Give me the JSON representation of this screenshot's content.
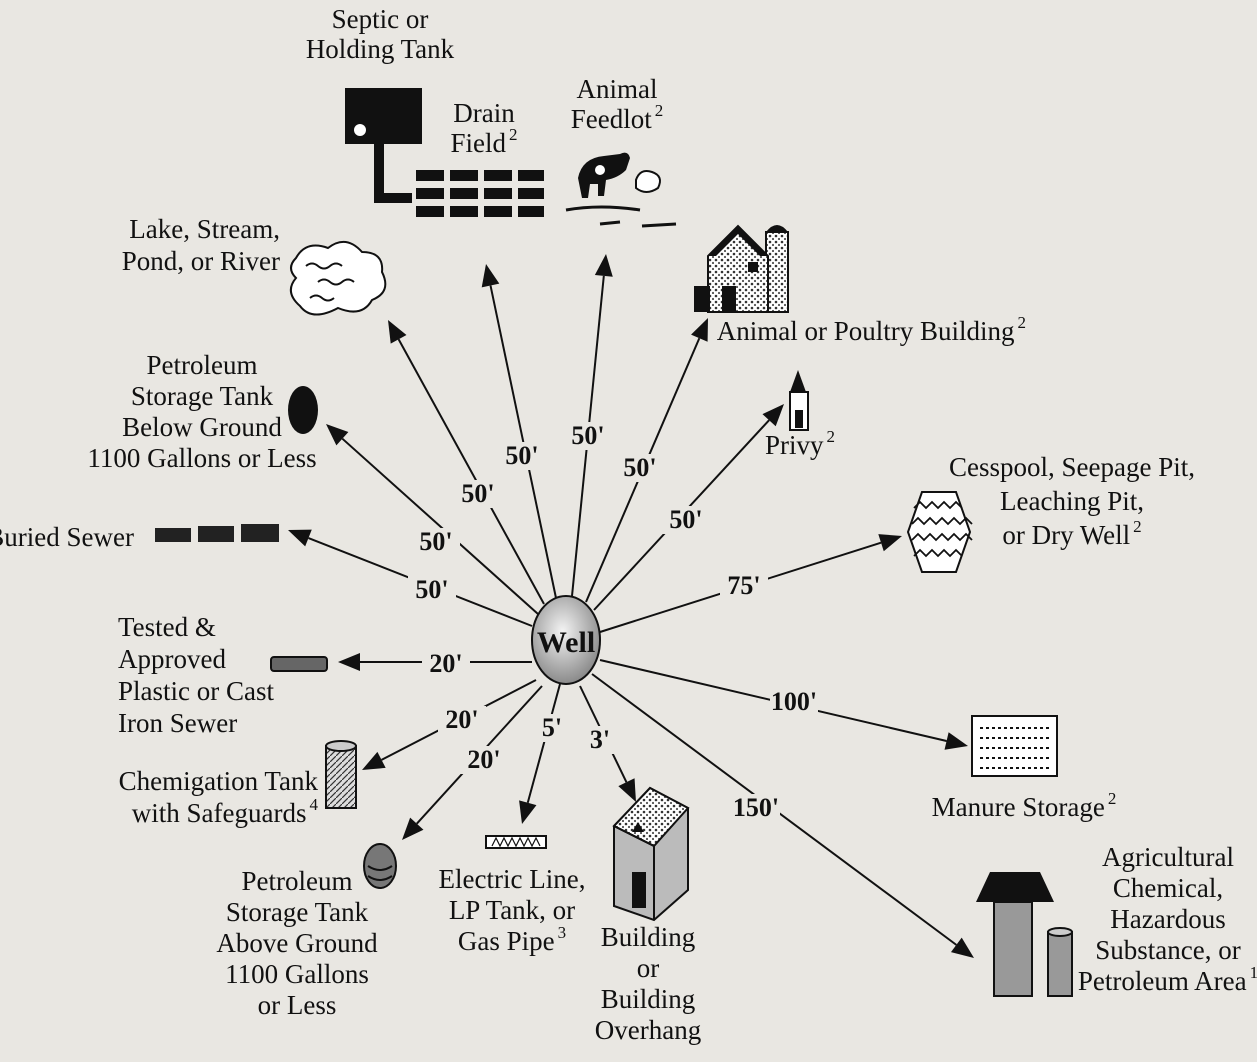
{
  "center": "Well",
  "sources": [
    {
      "id": "septic",
      "lines": [
        "Septic or",
        "Holding Tank"
      ],
      "sup": ""
    },
    {
      "id": "drain",
      "lines": [
        "Drain",
        "Field"
      ],
      "sup": "2",
      "distance": "50'"
    },
    {
      "id": "feedlot",
      "lines": [
        "Animal",
        "Feedlot"
      ],
      "sup": "2",
      "distance": "50'"
    },
    {
      "id": "lake",
      "lines": [
        "Lake, Stream,",
        "Pond, or River"
      ],
      "sup": "",
      "distance": "50'"
    },
    {
      "id": "poultry",
      "lines": [
        "Animal or Poultry Building"
      ],
      "sup": "2",
      "distance": "50'"
    },
    {
      "id": "privy",
      "lines": [
        "Privy"
      ],
      "sup": "2",
      "distance": "50'"
    },
    {
      "id": "petro-below",
      "lines": [
        "Petroleum",
        "Storage Tank",
        "Below Ground",
        "1100 Gallons or Less"
      ],
      "sup": "",
      "distance": "50'"
    },
    {
      "id": "cesspool",
      "lines": [
        "Cesspool, Seepage Pit,",
        "Leaching Pit,",
        "or Dry Well"
      ],
      "sup": "2",
      "distance": "75'"
    },
    {
      "id": "sewer",
      "lines": [
        "Buried Sewer"
      ],
      "sup": "",
      "distance": "50'"
    },
    {
      "id": "tested",
      "lines": [
        "Tested &",
        "Approved",
        "Plastic or Cast",
        "Iron Sewer"
      ],
      "sup": "",
      "distance": "20'"
    },
    {
      "id": "manure",
      "lines": [
        "Manure Storage"
      ],
      "sup": "2",
      "distance": "100'"
    },
    {
      "id": "chemigation",
      "lines": [
        "Chemigation Tank",
        "with Safeguards"
      ],
      "sup": "4",
      "distance": "20'"
    },
    {
      "id": "petro-above",
      "lines": [
        "Petroleum",
        "Storage Tank",
        "Above Ground",
        "1100 Gallons",
        "or Less"
      ],
      "sup": "",
      "distance": "20'"
    },
    {
      "id": "electric",
      "lines": [
        "Electric Line,",
        "LP Tank, or",
        "Gas Pipe"
      ],
      "sup": "3",
      "distance": "5'"
    },
    {
      "id": "building",
      "lines": [
        "Building",
        "or",
        "Building",
        "Overhang"
      ],
      "sup": "",
      "distance": "3'"
    },
    {
      "id": "agchem",
      "lines": [
        "Agricultural",
        "Chemical,",
        "Hazardous",
        "Substance, or",
        "Petroleum Area"
      ],
      "sup": "1",
      "distance": "150'"
    }
  ]
}
